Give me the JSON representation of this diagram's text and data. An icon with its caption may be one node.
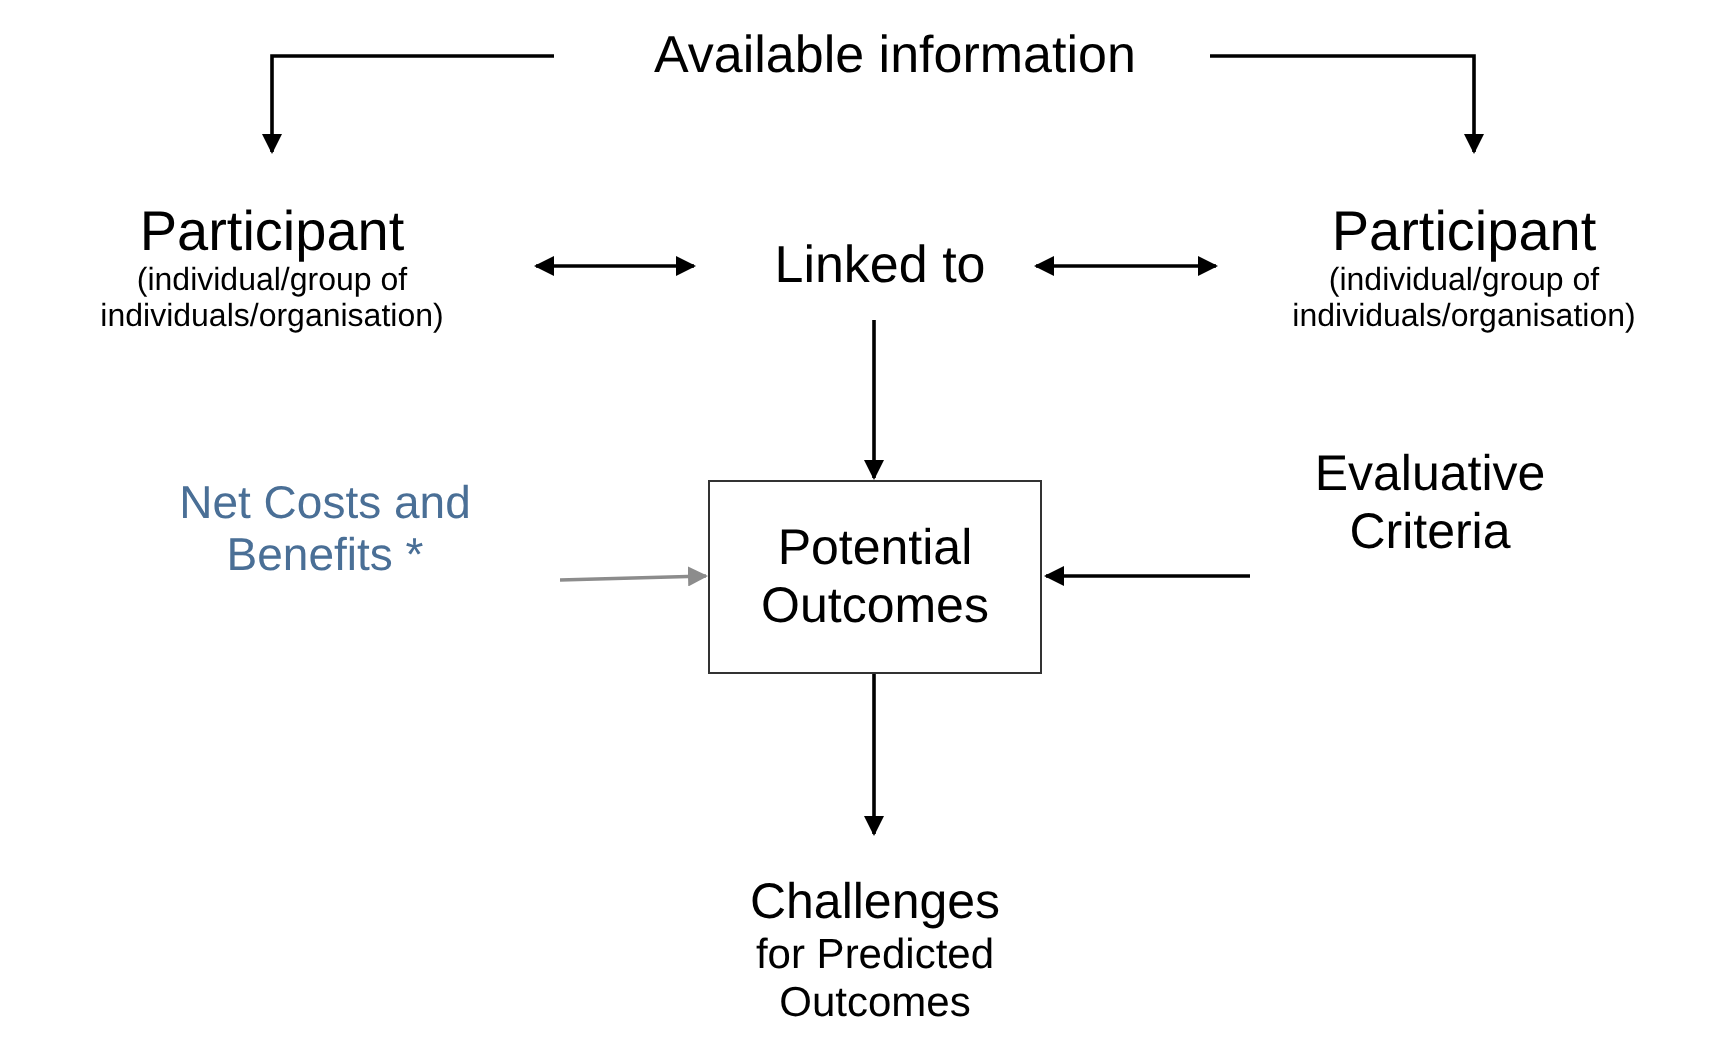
{
  "diagram": {
    "nodes": [
      {
        "text": [
          "Available information"
        ]
      },
      {
        "text": [
          "Participant",
          "(individual/group of individuals/organisation)"
        ]
      },
      {
        "text": [
          "Linked to"
        ]
      },
      {
        "text": [
          "Participant",
          "(individual/group of individuals/organisation)"
        ]
      },
      {
        "text": [
          "Net Costs and Benefits *"
        ]
      },
      {
        "text": [
          "Potential Outcomes"
        ]
      },
      {
        "text": [
          "Evaluative Criteria"
        ]
      },
      {
        "text": [
          "Challenges",
          "for Predicted Outcomes"
        ]
      }
    ],
    "edges": [
      {
        "from": 0,
        "to": 1,
        "arrow": "to"
      },
      {
        "from": 0,
        "to": 3,
        "arrow": "to"
      },
      {
        "from": 1,
        "to": 2,
        "arrow": "both"
      },
      {
        "from": 2,
        "to": 3,
        "arrow": "both"
      },
      {
        "from": 2,
        "to": 5,
        "arrow": "to"
      },
      {
        "from": 4,
        "to": 5,
        "arrow": "to",
        "color": "#8c8c8c"
      },
      {
        "from": 6,
        "to": 5,
        "arrow": "to"
      },
      {
        "from": 5,
        "to": 7,
        "arrow": "to"
      }
    ]
  }
}
